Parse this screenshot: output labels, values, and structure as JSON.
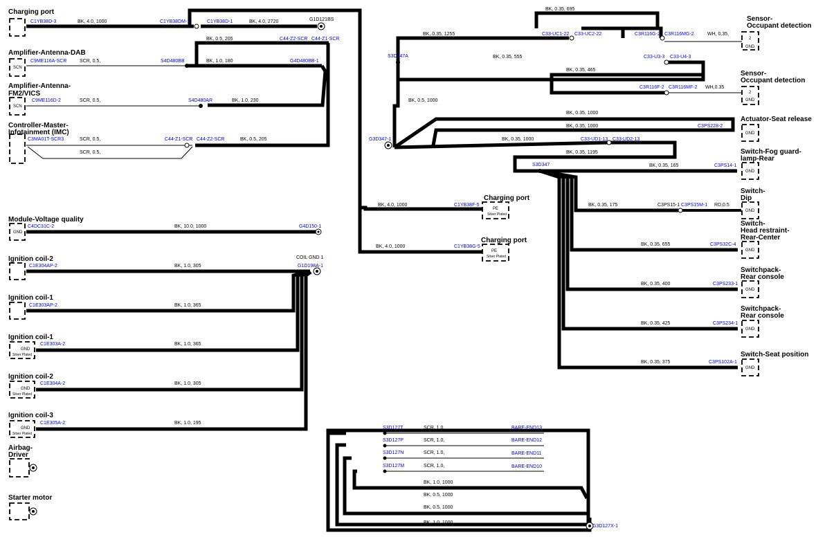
{
  "components": {
    "charging_port_top": "Charging port",
    "amp_dab": "Amplifier-Antenna-DAB",
    "amp_fm_1": "Amplifier-Antenna-",
    "amp_fm_2": "FM2/VICS",
    "imc_1": "Controller-Master-",
    "imc_2": "Infotainment (IMC)",
    "module_voltage": "Module-Voltage quality",
    "ign2_a": "Ignition coil-2",
    "ign1_a": "Ignition coil-1",
    "ign1_b": "Ignition coil-1",
    "ign2_b": "Ignition coil-2",
    "ign3": "Ignition coil-3",
    "airbag_1": "Airbag-",
    "airbag_2": "Driver",
    "starter": "Starter motor",
    "sensor1_1": "Sensor-",
    "sensor1_2": "Occupant detection",
    "sensor2_1": "Sensor-",
    "sensor2_2": "Occupant detection",
    "actuator_seat": "Actuator-Seat release",
    "fog_1": "Switch-Fog guard-",
    "fog_2": "lamp-Rear",
    "dip_1": "Switch-",
    "dip_2": "Dip",
    "head_1": "Switch-",
    "head_2": "Head restraint-",
    "head_3": "Rear-Center",
    "switchpack1_1": "Switchpack-",
    "switchpack1_2": "Rear console",
    "switchpack2_1": "Switchpack-",
    "switchpack2_2": "Rear console",
    "seat_position": "Switch-Seat position",
    "charging_port_pe1": "Charging port",
    "charging_port_pe2": "Charging port"
  },
  "box_text": {
    "scn": "SCN",
    "gnd": "GND",
    "pe": "PE",
    "silver_plated": "Silver Plated",
    "pin2": "2"
  },
  "connectors": {
    "c1yb38d3": "C1YB38D-3",
    "c1yb38dm1": "C1YB38DM-1",
    "c1yb38d1": "C1YB38D-1",
    "g1d121bs": "G1D121BS",
    "c44z2scr_a": "C44-Z2-SCR",
    "c44z1scr_a": "C44-Z1-SCR",
    "c9me116a": "C9ME116A-SCR",
    "s4d480bb": "S4D480BB",
    "g4d480bb1": "G4D480BB-1",
    "c9me116d2": "C9ME116D-2",
    "s4d480ar": "S4D480AR",
    "c3ma01t": "C3MA01T-SCR3",
    "c44z1scr_b": "C44-Z1-SCR",
    "c44z2scr_b": "C44-Z2-SCR",
    "c4dc31c2": "C4DC31C-2",
    "g4d150_1": "G4D150-1",
    "c1e304ap2": "C1E304AP-2",
    "g1d198a1": "G1D198A-1",
    "c1e303ap2": "C1E303AP-2",
    "c1e303a2": "C1E303A-2",
    "c1e304a2": "C1E304A-2",
    "c1e305a2": "C1E305A-2",
    "c1yb38f5": "C1YB38F-5",
    "c1yb38g5": "C1YB38G-5",
    "s3d347a": "S3D347A",
    "c33uc1_22": "C33-UC1-22",
    "c33uc2_22": "C33-UC2-22",
    "c3r116g2": "C3R116G-2",
    "c3r116mg2": "C3R116MG-2",
    "c33u3_3": "C33-U3-3",
    "c33u4_3": "C33-U4-3",
    "c3r116f2": "C3R116F-2",
    "c3r116mf2": "C3R116MF-2",
    "g3d347_1": "G3D347-1",
    "c3ps228_2": "C3PS228-2",
    "c33ud1_13": "C33-UD1-13",
    "c33ud2_13": "C33-UD2-13",
    "s3d347": "S3D347",
    "c3ps14_1": "C3PS14-1",
    "c3ps15_1": "C3PS15-1",
    "c3ps15m_1": "C3PS15M-1",
    "c3ps32c_4": "C3PS32C-4",
    "c3ps233_1": "C3PS233-1",
    "c3ps234_1": "C3PS234-1",
    "c3ps102a_1": "C3PS102A-1",
    "s3d127t": "S3D127T",
    "s3d127p": "S3D127P",
    "s3d127n": "S3D127N",
    "s3d127m": "S3D127M",
    "bare13": "BARE-END13",
    "bare12": "BARE-END12",
    "bare11": "BARE-END11",
    "bare10": "BARE-END10",
    "g3d127x1": "G3D127X-1"
  },
  "notes": {
    "coil_gnd": "COIL GND 1"
  },
  "wires": {
    "w_cp_1": "BK, 4.0, 1000",
    "w_cp_2": "BK, 4.0, 2720",
    "w_dab_top": "BK, 0.5, 205",
    "w_dab_scr": "SCR, 0.5,",
    "w_dab_bk": "BK, 1.0, 180",
    "w_fm_scr": "SCR, 0.5,",
    "w_fm_bk": "BK, 1.0, 230",
    "w_imc_scr1": "SCR, 0.5,",
    "w_imc_scr2": "SCR, 0.5,",
    "w_imc_bk": "BK, 0.5, 205",
    "w_mv": "BK, 10.0, 1000",
    "w_ign2a": "BK, 1.0, 305",
    "w_ign1a": "BK, 1.0, 365",
    "w_ign1b": "BK, 1.0, 365",
    "w_ign2b": "BK, 1.0, 305",
    "w_ign3": "BK, 1.0, 195",
    "w_pe1": "BK, 4.0, 1000",
    "w_pe2": "BK, 4.0, 1000",
    "w_s_top": "BK, 0.35, 695",
    "w_s1": "BK, 0.35, 1255",
    "w_s1_wh": "WH, 0.35,",
    "w_s555": "BK, 0.35, 555",
    "w_s465": "BK, 0.35, 465",
    "w_s2_wh": "WH,0.35",
    "w_g3_05": "BK, 0.5, 1000",
    "w_act1": "BK, 0.35, 1000",
    "w_act2": "BK, 0.35, 1000",
    "w_ud": "BK, 0.35, 1000",
    "w_1195": "BK, 0.35, 1195",
    "w_fog": "BK, 0.35, 165",
    "w_dip": "BK, 0.35, 175",
    "w_dip_rd": "RD,0.5",
    "w_head": "BK, 0.35, 655",
    "w_sp1": "BK, 0.35, 400",
    "w_sp2": "BK, 0.35, 425",
    "w_seatpos": "BK, 0.35, 375",
    "w_scr13": "SCR, 1.0,",
    "w_scr12": "SCR, 1.0,",
    "w_scr11": "SCR, 1.0,",
    "w_scr10": "SCR, 1.0,",
    "w_g127_a": "BK, 1.0, 1000",
    "w_g127_b": "BK, 0.5, 1000",
    "w_g127_c": "BK, 0.5, 1000",
    "w_g127_d": "BK, 1.0, 1000"
  },
  "colors": {
    "wire_black": "#000000",
    "wire_red": "#e00000",
    "wire_white": "#f4f4c8",
    "connector_text": "#0000cc"
  }
}
